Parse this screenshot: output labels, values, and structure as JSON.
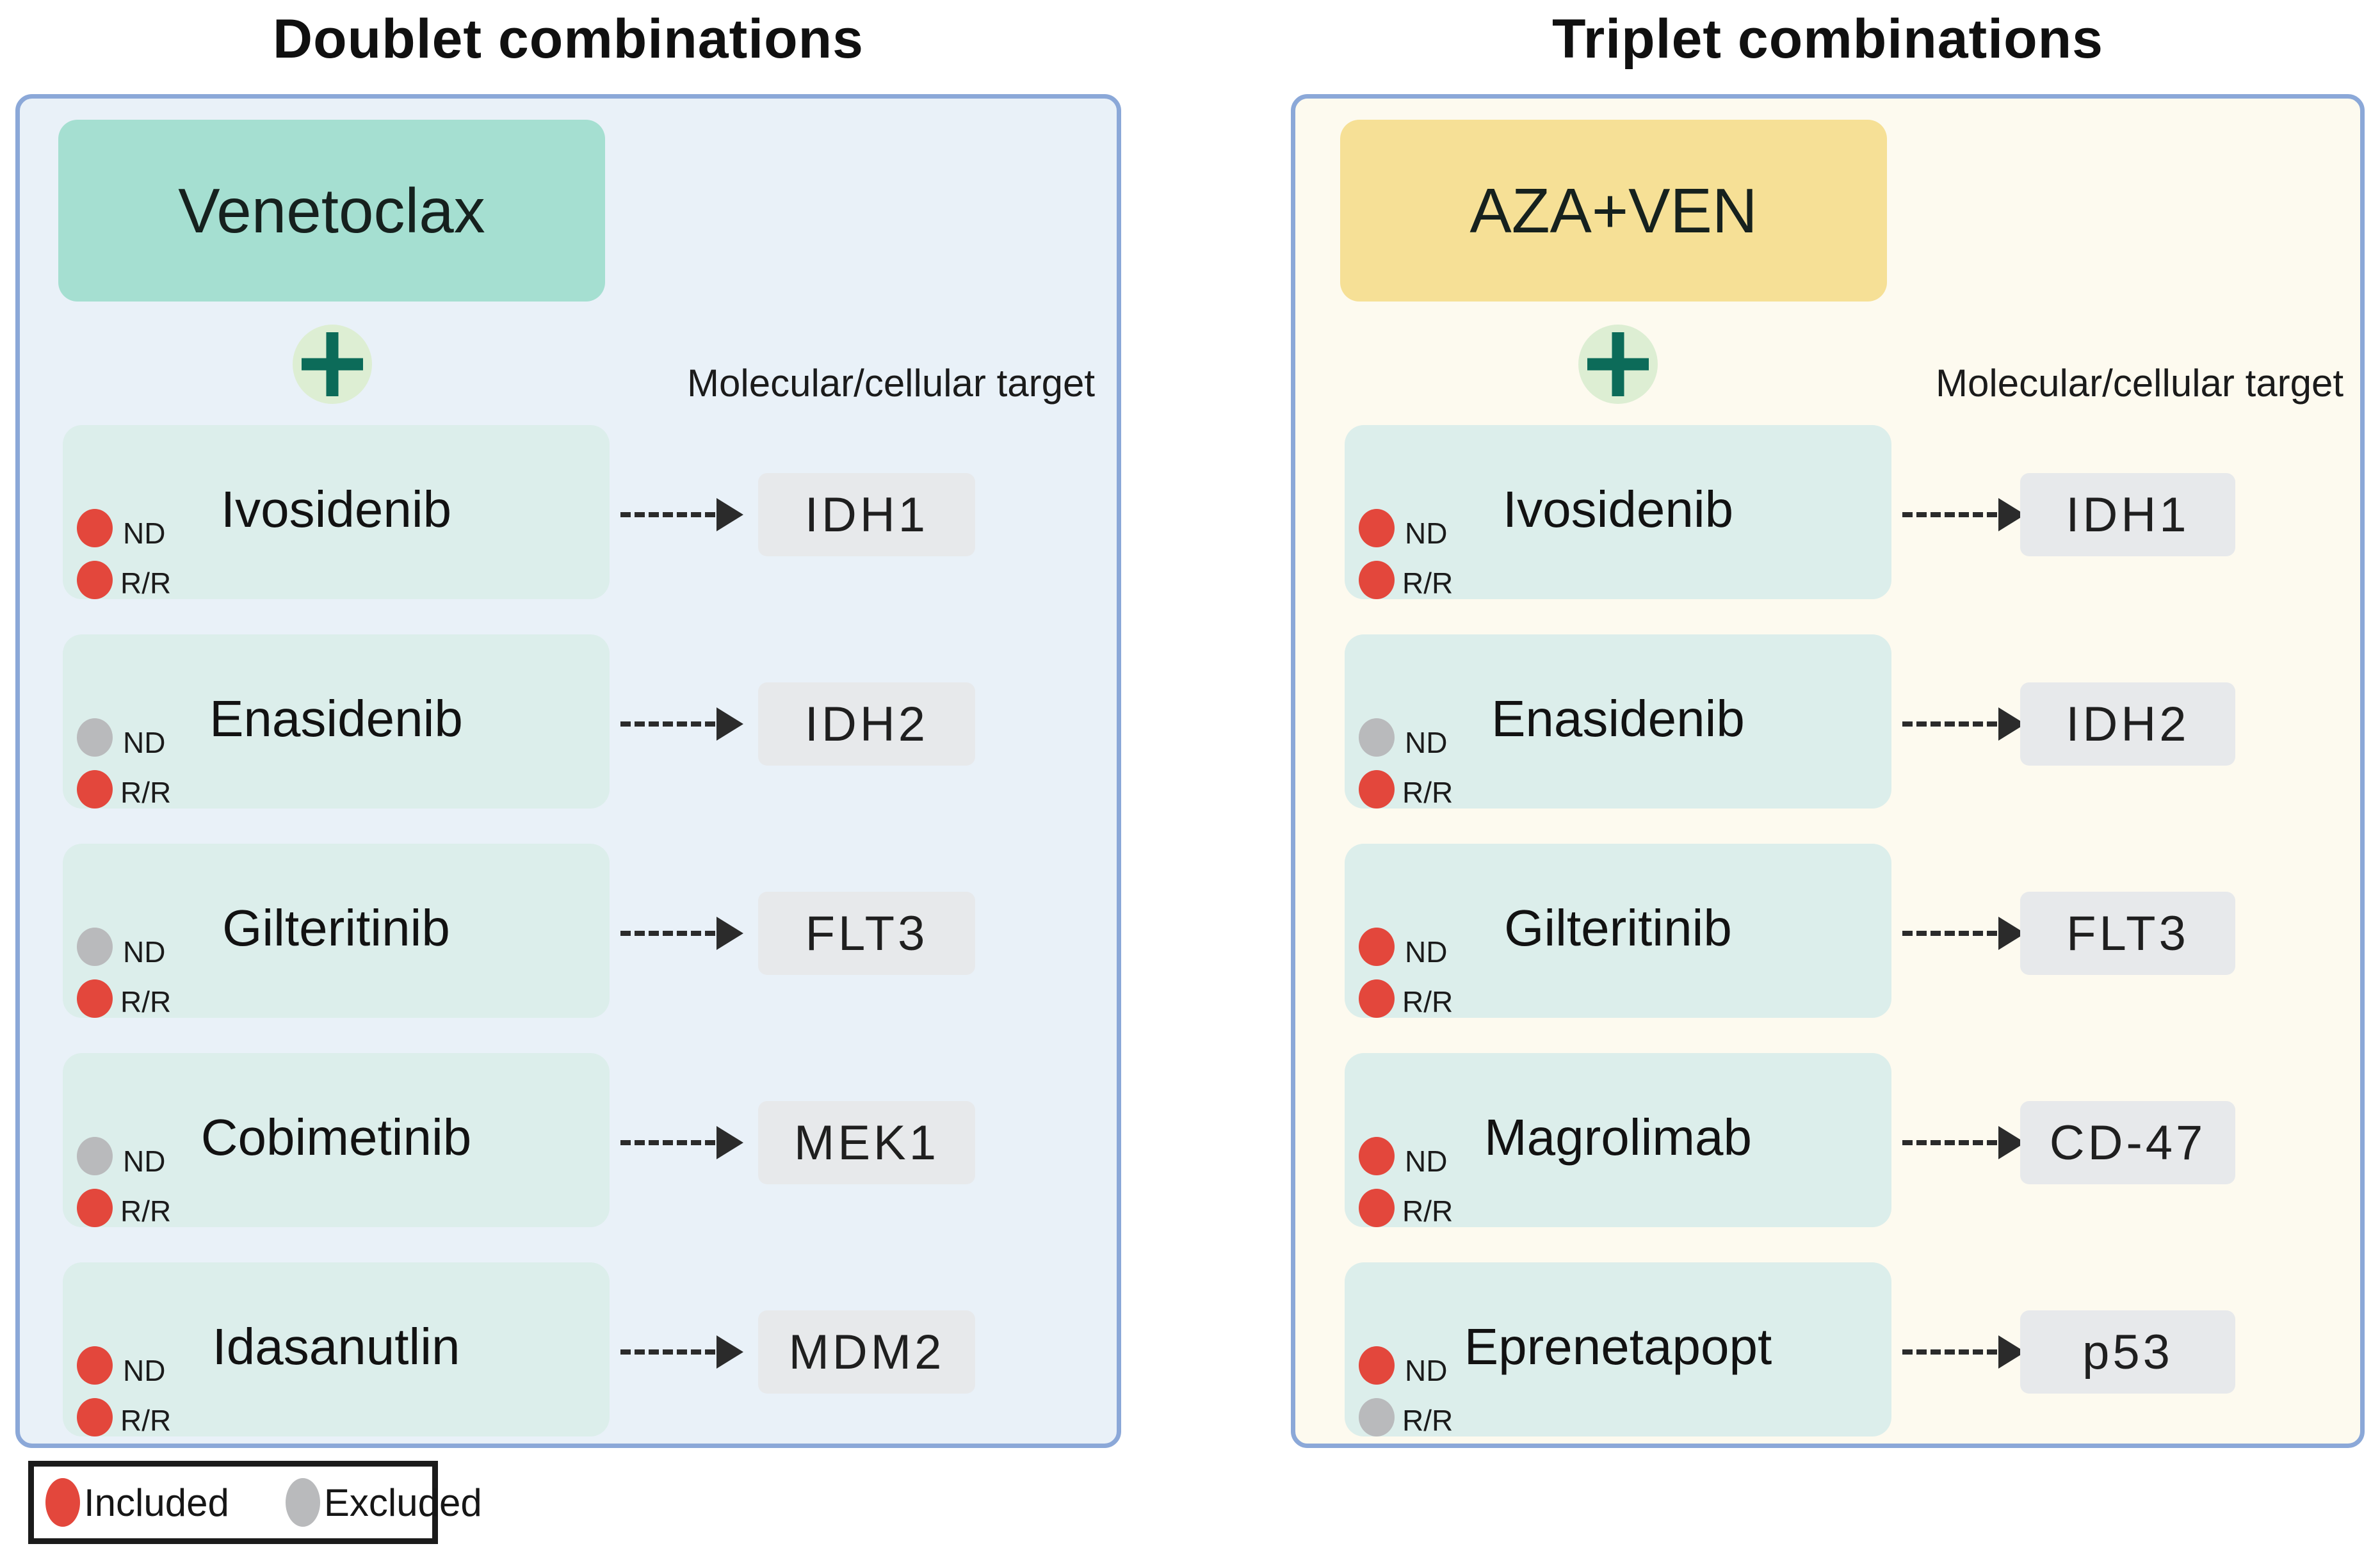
{
  "labels": {
    "nd": "ND",
    "rr": "R/R",
    "target_header": "Molecular/cellular target"
  },
  "panels": [
    {
      "title": "Doublet combinations",
      "backbone": "Venetoclax",
      "target_header": "Molecular/cellular target",
      "rows": [
        {
          "drug": "Ivosidenib",
          "nd": "included",
          "rr": "included",
          "target": "IDH1"
        },
        {
          "drug": "Enasidenib",
          "nd": "excluded",
          "rr": "included",
          "target": "IDH2"
        },
        {
          "drug": "Gilteritinib",
          "nd": "excluded",
          "rr": "included",
          "target": "FLT3"
        },
        {
          "drug": "Cobimetinib",
          "nd": "excluded",
          "rr": "included",
          "target": "MEK1"
        },
        {
          "drug": "Idasanutlin",
          "nd": "included",
          "rr": "included",
          "target": "MDM2"
        }
      ]
    },
    {
      "title": "Triplet combinations",
      "backbone": "AZA+VEN",
      "target_header": "Molecular/cellular target",
      "rows": [
        {
          "drug": "Ivosidenib",
          "nd": "included",
          "rr": "included",
          "target": "IDH1"
        },
        {
          "drug": "Enasidenib",
          "nd": "excluded",
          "rr": "included",
          "target": "IDH2"
        },
        {
          "drug": "Gilteritinib",
          "nd": "included",
          "rr": "included",
          "target": "FLT3"
        },
        {
          "drug": "Magrolimab",
          "nd": "included",
          "rr": "included",
          "target": "CD-47"
        },
        {
          "drug": "Eprenetapopt",
          "nd": "included",
          "rr": "excluded",
          "target": "p53"
        }
      ]
    }
  ],
  "legend": {
    "items": [
      {
        "label": "Included",
        "state": "included"
      },
      {
        "label": "Excluded",
        "state": "excluded"
      }
    ]
  },
  "colors": {
    "included_dot": "#e3473c",
    "excluded_dot": "#b9babc",
    "panel_border": "#8ba8d8",
    "doublet_panel_bg": "#e9f1f8",
    "triplet_panel_bg": "#fdfaef",
    "venetoclax_box": "#a5dfd1",
    "aza_ven_box": "#f6e096",
    "drug_row_bg": "#dceeeb",
    "target_box_bg": "#e7e9eb",
    "plus_icon_fg": "#0c6b59",
    "plus_icon_bg": "#ddeed3"
  }
}
